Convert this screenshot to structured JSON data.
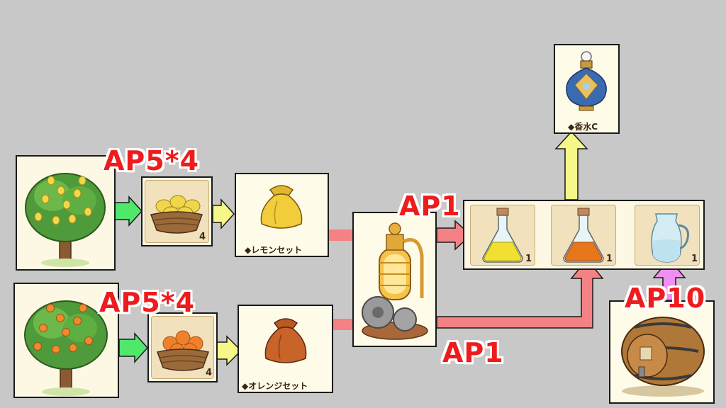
{
  "nodes": {
    "lemon_tree": {
      "icon": "lemon-tree-icon"
    },
    "orange_tree": {
      "icon": "orange-tree-icon"
    },
    "lemon_basket": {
      "icon": "lemon-basket-icon",
      "qty": "4"
    },
    "orange_basket": {
      "icon": "orange-basket-icon",
      "qty": "4"
    },
    "lemon_set": {
      "icon": "lemon-sack-icon",
      "label": "◆レモンセット"
    },
    "orange_set": {
      "icon": "orange-sack-icon",
      "label": "◆オレンジセット"
    },
    "distiller": {
      "icon": "distiller-icon"
    },
    "ingredients": [
      {
        "icon": "yellow-flask-icon",
        "qty": "1"
      },
      {
        "icon": "orange-flask-icon",
        "qty": "1"
      },
      {
        "icon": "water-pitcher-icon",
        "qty": "1"
      }
    ],
    "perfume": {
      "icon": "perfume-bottle-icon",
      "label": "◆香水C"
    },
    "barrel": {
      "icon": "barrel-icon"
    }
  },
  "costs": {
    "lemon_harvest": "AP5*4",
    "orange_harvest": "AP5*4",
    "distill_top": "AP1",
    "distill_bottom": "AP1",
    "water": "AP10"
  },
  "colors": {
    "green_arrow": "#4fe86a",
    "yellow_arrow": "#f6f789",
    "red_arrow": "#f48284",
    "violet_arrow": "#f08ef2",
    "ap_text": "#ee1c1c"
  }
}
